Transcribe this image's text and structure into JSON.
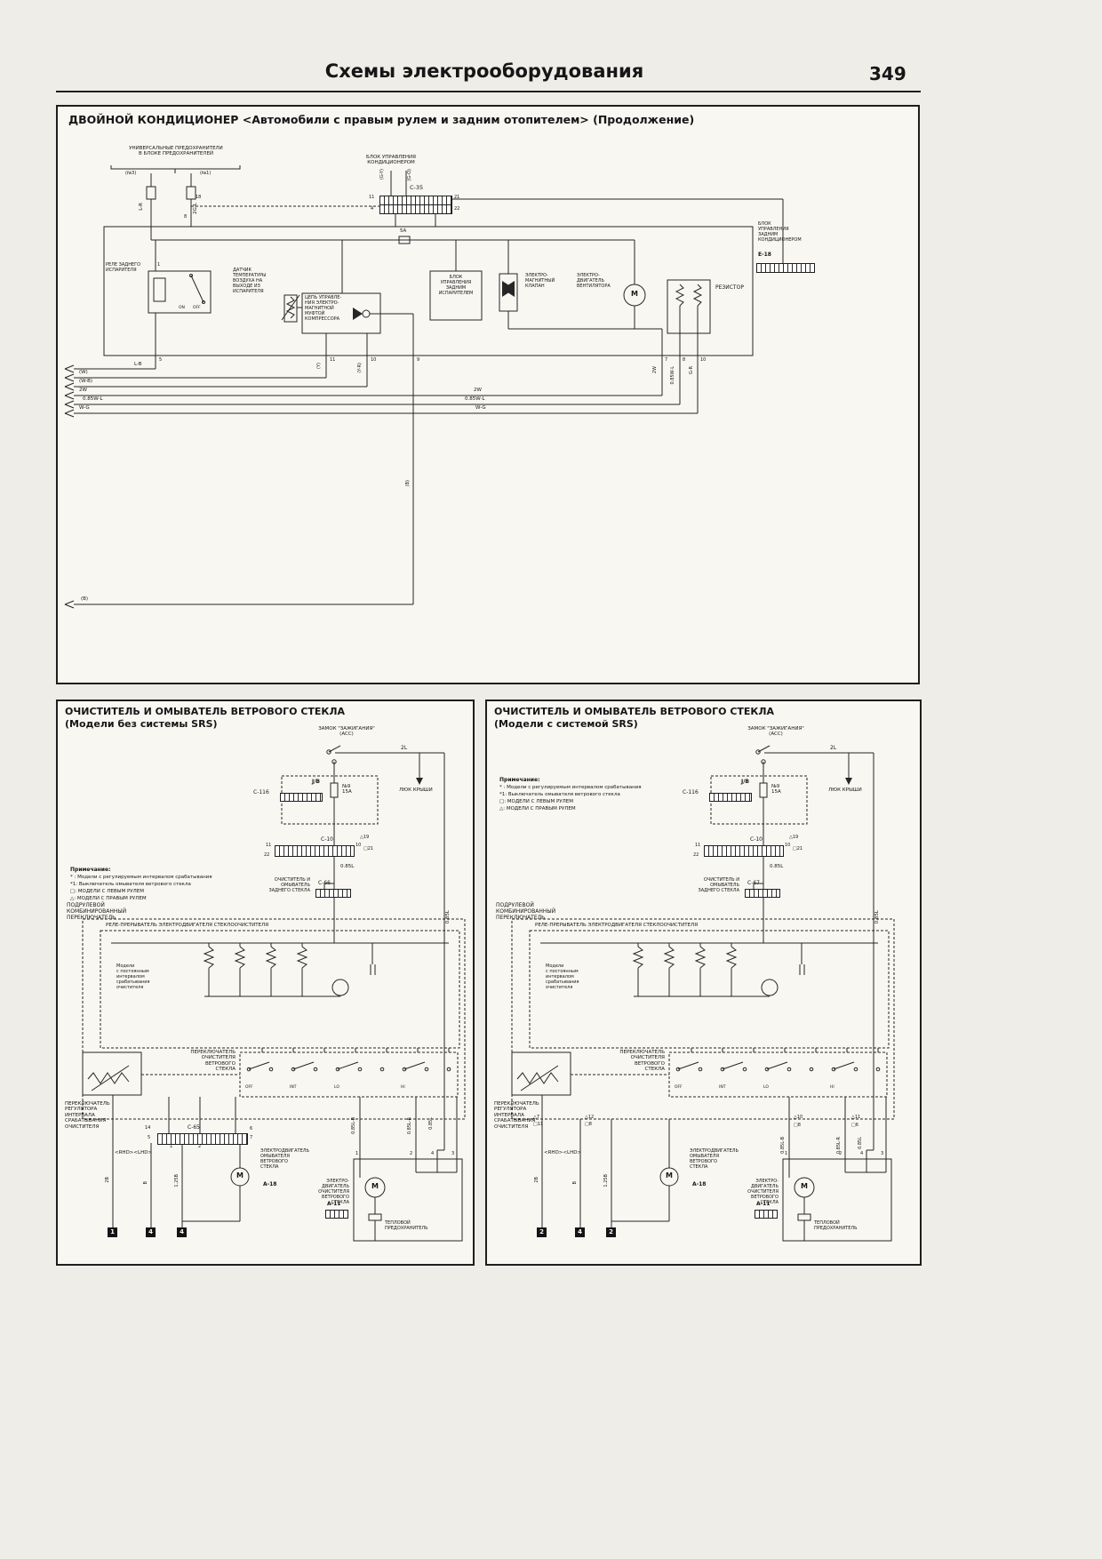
{
  "page": {
    "header": "Схемы электрооборудования",
    "number": "349"
  },
  "ac": {
    "title": "ДВОЙНОЙ КОНДИЦИОНЕР <Автомобили с правым рулем и задним отопителем> (Продолжение)",
    "universal_fuses": "УНИВЕРСАЛЬНЫЕ ПРЕДОХРАНИТЕЛИ\nВ БЛОКЕ ПРЕДОХРАНИТЕЛЕЙ",
    "no3": "(№3)",
    "no1": "(№1)",
    "acu": "БЛОК УПРАВЛЕНИЯ\nКОНДИЦИОНЕРОМ",
    "c35": "C-35",
    "rear_acu": "БЛОК\nУПРАВЛЕНИЯ\nЗАДНИМ\nКОНДИЦИОНЕРОМ",
    "e18": "E-18",
    "relay": "РЕЛЕ ЗАДНЕГО\nИСПАРИТЕЛЯ",
    "relay_on": "ON",
    "relay_off": "OFF",
    "sensor": "ДАТЧИК\nТЕМПЕРАТУРЫ\nВОЗДУХА НА\nВЫХОДЕ ИЗ\nИСПАРИТЕЛЯ",
    "clutch": "ЦЕПЬ УПРАВЛЕ-\nНИЯ ЭЛЕКТРО-\nМАГНИТНОЙ\nМУФТОЙ\nКОМПРЕССОРА",
    "evap": "БЛОК\nУПРАВЛЕНИЯ\nЗАДНИМ\nИСПАРИТЕЛЕМ",
    "valve": "ЭЛЕКТРО-\nМАГНИТНЫЙ\nКЛАПАН",
    "fan": "ЭЛЕКТРО-\nДВИГАТЕЛЬ\nВЕНТИЛЯТОРА",
    "resistor": "РЕЗИСТОР",
    "motor_m": "M",
    "fuse_5a": "5A",
    "wires": {
      "lr": "L-R",
      "gl2": "2G-L",
      "gy": "(G-Y)",
      "go": "(G-O)",
      "lb": "L-B",
      "w": "(W)",
      "wb": "(W-B)",
      "w2": "2W",
      "wl085": "0.85W-L",
      "wg": "W-G",
      "b": "(B)",
      "gr": "G-R",
      "y": "(Y)",
      "yr": "(Y-R)"
    },
    "pins": {
      "p1": "1",
      "p18": "18",
      "p8": "8",
      "p11": "11",
      "p4": "4",
      "p21": "21",
      "p22": "22",
      "p5": "5",
      "p10": "10",
      "p9": "9",
      "p7": "7"
    }
  },
  "wiper": {
    "title": "ОЧИСТИТЕЛЬ И ОМЫВАТЕЛЬ ВЕТРОВОГО СТЕКЛА",
    "left_subtitle": "(Модели без системы SRS)",
    "right_subtitle": "(Модели с системой SRS)",
    "ignition": "ЗАМОК \"ЗАЖИГАНИЯ\"\n(ACC)",
    "w2l": "2L",
    "jb": "J/B",
    "c116": "C-116",
    "fuse9": "№9\n15A",
    "sunroof": "ЛЮК КРЫШИ",
    "notes": {
      "title": "Примечание:",
      "n1": "* : Модели с регулируемым интервалом срабатывания",
      "n2": "*1: Выключатель омывателя ветрового стекла",
      "n3": "□: МОДЕЛИ С ЛЕВЫМ РУЛЕМ",
      "n4": "△: МОДЕЛИ С ПРАВЫМ РУЛЕМ"
    },
    "c10": "C-10",
    "pin_a19": "△19",
    "pin_s21": "□21",
    "w085l": "0.85L",
    "rear_washer": "ОЧИСТИТЕЛЬ И\nОМЫВАТЕЛЬ\nЗАДНЕГО СТЕКЛА",
    "c66": "C-66",
    "c67": "C-67",
    "column_switch": "ПОДРУЛЕВОЙ\nКОМБИНИРОВАННЫЙ\nПЕРЕКЛЮЧАТЕЛЬ",
    "relay_label": "РЕЛЕ-ПРЕРЫВАТЕЛЬ ЭЛЕКТРОДВИГАТЕЛЯ СТЕКЛООЧИСТИТЕЛЯ",
    "const_interval": "Модели\nс постоянным\nинтервалом\nсрабатывания\nочистителя",
    "wiper_switch": "ПЕРЕКЛЮЧАТЕЛЬ\nОЧИСТИТЕЛЯ\nВЕТРОВОГО\nСТЕКЛА",
    "interval_switch": "ПЕРЕКЛЮЧАТЕЛЬ\nРЕГУЛЯТОРА\nИНТЕРВАЛА\nСРАБАТЫВАНИЯ\nОЧИСТИТЕЛЯ",
    "c65": "C-65",
    "rhd_lhd": "<RHD><LHD>",
    "washer_motor": "ЭЛЕКТРОДВИГАТЕЛЬ\nОМЫВАТЕЛЯ\nВЕТРОВОГО\nСТЕКЛА",
    "a18": "A-18",
    "wiper_motor": "ЭЛЕКТРО-\nДВИГАТЕЛЬ\nОЧИСТИТЕЛЯ\nВЕТРОВОГО\nСТЕКЛА",
    "a11": "A-11",
    "thermal_fuse": "ТЕПЛОВОЙ\nПРЕДОХРАНИТЕЛЬ",
    "positions": {
      "off": "OFF",
      "int": "INT",
      "lo": "LO",
      "hi": "HI"
    },
    "motor_m": "M",
    "wires": {
      "l085r": "0.85L-R",
      "l085b": "0.85L-B",
      "l085": "0.85L",
      "b": "B",
      "b125": "1.25B",
      "b2": "2B"
    },
    "pins": {
      "p1": "1",
      "p2": "2",
      "p3": "3",
      "p4": "4",
      "p5": "5",
      "p6": "6",
      "p7": "7",
      "p10": "10",
      "p11": "11",
      "p14": "14",
      "p22": "22"
    },
    "srs_pins": {
      "a7": "△7",
      "s11": "□11",
      "a12": "△12",
      "s8": "□8",
      "a10": "△10",
      "a11p": "△11",
      "s6": "□6"
    },
    "left_grounds": [
      "1",
      "4",
      "4"
    ],
    "right_grounds": [
      "2",
      "4",
      "2"
    ]
  }
}
